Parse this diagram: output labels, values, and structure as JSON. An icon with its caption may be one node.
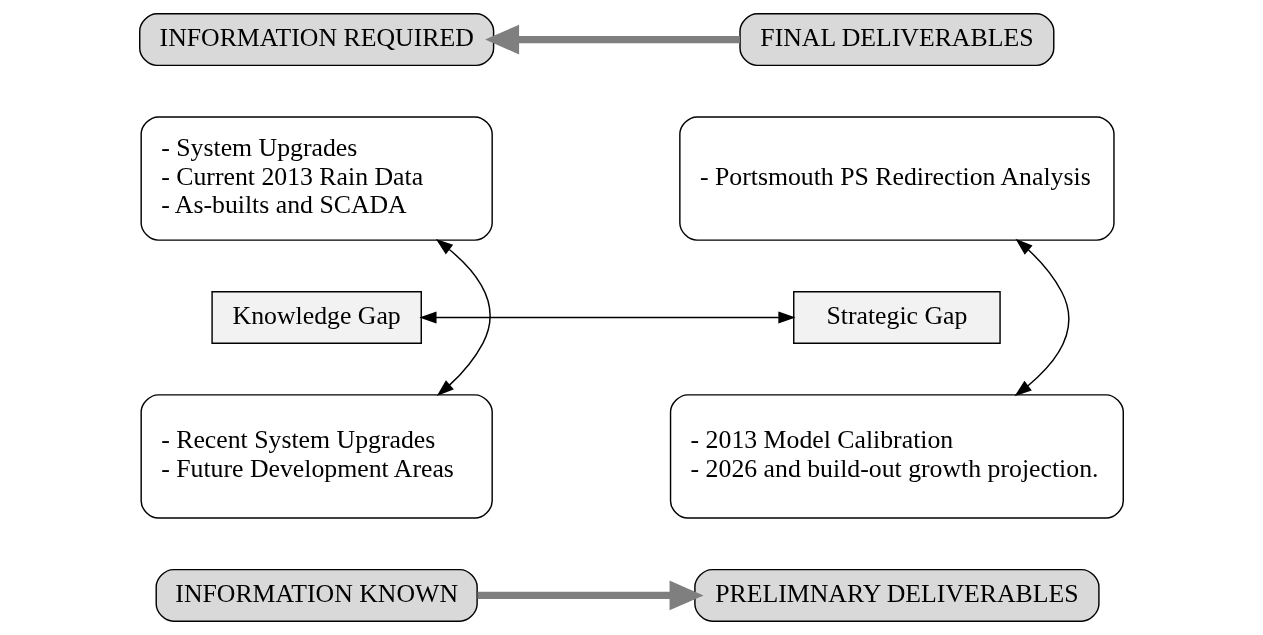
{
  "diagram": {
    "nodes": [
      {
        "text": [
          "INFORMATION REQUIRED"
        ]
      },
      {
        "text": [
          "FINAL DELIVERABLES"
        ]
      },
      {
        "text": [
          "- System Upgrades",
          "- Current 2013 Rain Data",
          "- As-builts and SCADA"
        ]
      },
      {
        "text": [
          "- Portsmouth PS Redirection Analysis"
        ]
      },
      {
        "text": [
          "Knowledge Gap"
        ]
      },
      {
        "text": [
          "Strategic Gap"
        ]
      },
      {
        "text": [
          "- Recent System Upgrades",
          "- Future Development Areas"
        ]
      },
      {
        "text": [
          "- 2013 Model Calibration",
          "- 2026 and build-out growth projection."
        ]
      },
      {
        "text": [
          "INFORMATION KNOWN"
        ]
      },
      {
        "text": [
          "PRELIMNARY DELIVERABLES"
        ]
      }
    ],
    "edges": [
      {
        "from": 1,
        "to": 0,
        "arrow": "to",
        "style": "thick",
        "color": "#7f7f7f"
      },
      {
        "from": 2,
        "to": 6,
        "arrow": "both"
      },
      {
        "from": 4,
        "to": 5,
        "arrow": "both"
      },
      {
        "from": 3,
        "to": 7,
        "arrow": "both"
      },
      {
        "from": 8,
        "to": 9,
        "arrow": "to",
        "style": "thick",
        "color": "#7f7f7f"
      }
    ]
  }
}
